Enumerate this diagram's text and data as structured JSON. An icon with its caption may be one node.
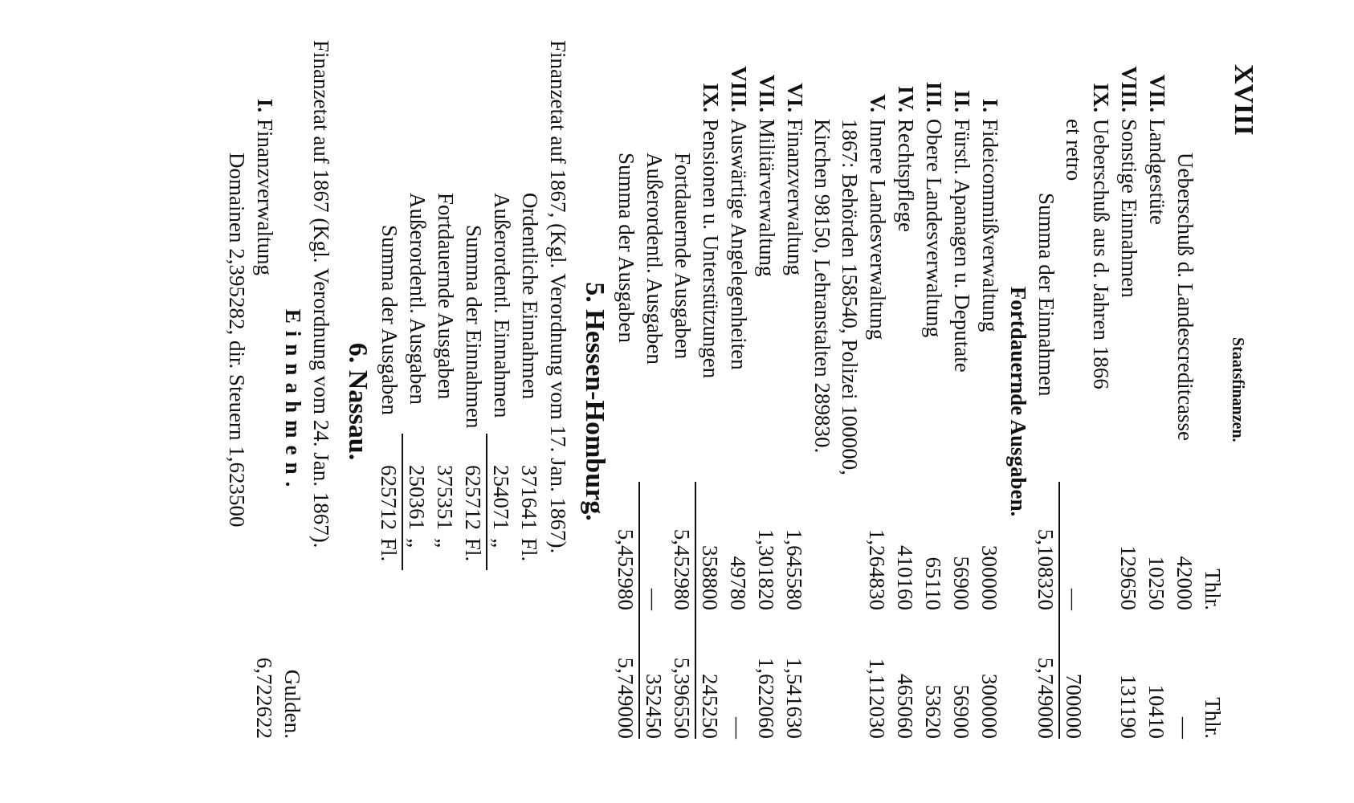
{
  "diagram": {
    "labels": [
      "XVIII",
      "Staatsfinanzen.",
      "Thlr.",
      "Thlr.",
      "Ueberschuß d. Landescreditcasse",
      "42000",
      "—",
      "VII.",
      "Landgestüte",
      "10250",
      "10410",
      "VIII.",
      "Sonstige Einnahmen",
      "129650",
      "131190",
      "IX.",
      "Ueberschuß aus d. Jahren 1866 et retro",
      "—",
      "700000",
      "Summa der Einnahmen",
      "5,108320",
      "5,749000",
      "Fortdauernde Ausgaben.",
      "I.",
      "Fideicommißverwaltung",
      "300000",
      "300000",
      "II.",
      "Fürstl. Apanagen u. Deputate",
      "56900",
      "56900",
      "III.",
      "Obere Landesverwaltung",
      "65110",
      "53620",
      "IV.",
      "Rechtspflege",
      "410160",
      "465060",
      "V.",
      "Innere Landesverwaltung",
      "1,264830",
      "1,112030",
      "1867: Behörden 158540, Polizei 100000, Kirchen 98150, Lehranstalten 289830.",
      "VI.",
      "Finanzverwaltung",
      "1,645580",
      "1,541630",
      "VII.",
      "Militärverwaltung",
      "1,301820",
      "1,622060",
      "VIII.",
      "Auswärtige Angelegenheiten",
      "49780",
      "—",
      "IX.",
      "Pensionen u. Unterstützungen",
      "358800",
      "245250",
      "Fortdauernde Ausgaben",
      "5,452980",
      "5,396550",
      "Außerordentl. Ausgaben",
      "—",
      "352450",
      "Summa der Ausgaben",
      "5,452980",
      "5,749000",
      "5. Hessen-Homburg.",
      "Finanzetat auf 1867, (Kgl. Verordnung vom 17. Jan. 1867).",
      "Ordentliche Einnahmen",
      "371641",
      "Fl.",
      "Außerordentl. Einnahmen",
      "254071",
      "„",
      "Summa der Einnahmen",
      "625712",
      "Fl.",
      "Fortdauernde Ausgaben",
      "375351",
      "„",
      "Außerordentl. Ausgaben",
      "250361",
      "„",
      "Summa der Ausgaben",
      "625712",
      "Fl.",
      "6. Nassau.",
      "Finanzetat auf 1867 (Kgl. Verordnung vom 24. Jan. 1867).",
      "Einnahmen.",
      "Gulden.",
      "I.",
      "Finanzverwaltung",
      "6,722622",
      "Domainen 2,395282, dir. Steuern 1,623500"
    ]
  }
}
